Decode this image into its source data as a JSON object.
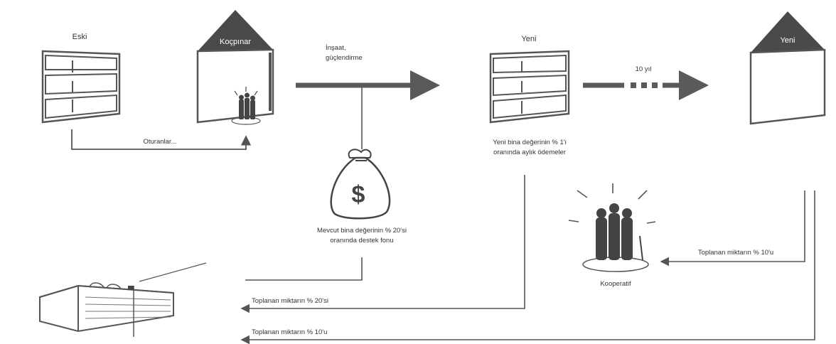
{
  "labels": {
    "old": "Eski",
    "kocpinar": "Koçpınar",
    "new_building": "Yeni",
    "new_house": "Yeni",
    "construction_line1": "İnşaat,",
    "construction_line2": "güçlendirme",
    "ten_years": "10 yıl",
    "tenants": "Oturanlar...",
    "monthly_line1": "Yeni bina değerinin % 1'i",
    "monthly_line2": "oranında aylık ödemeler",
    "fund_line1": "Mevcut bina değerinin % 20'si",
    "fund_line2": "oranında destek fonu",
    "collected_10_right": "Toplanan miktarın % 10'u",
    "cooperative": "Kooperatif",
    "collected_20": "Toplanan miktarın % 20'si",
    "collected_10_bottom": "Toplanan miktarın % 10'u"
  },
  "icons": {
    "money_bag": "money-bag-icon",
    "currency_symbol": "$"
  },
  "colors": {
    "line": "#555555",
    "arrow": "#5a5a5a",
    "roof": "#4a4a4a"
  }
}
